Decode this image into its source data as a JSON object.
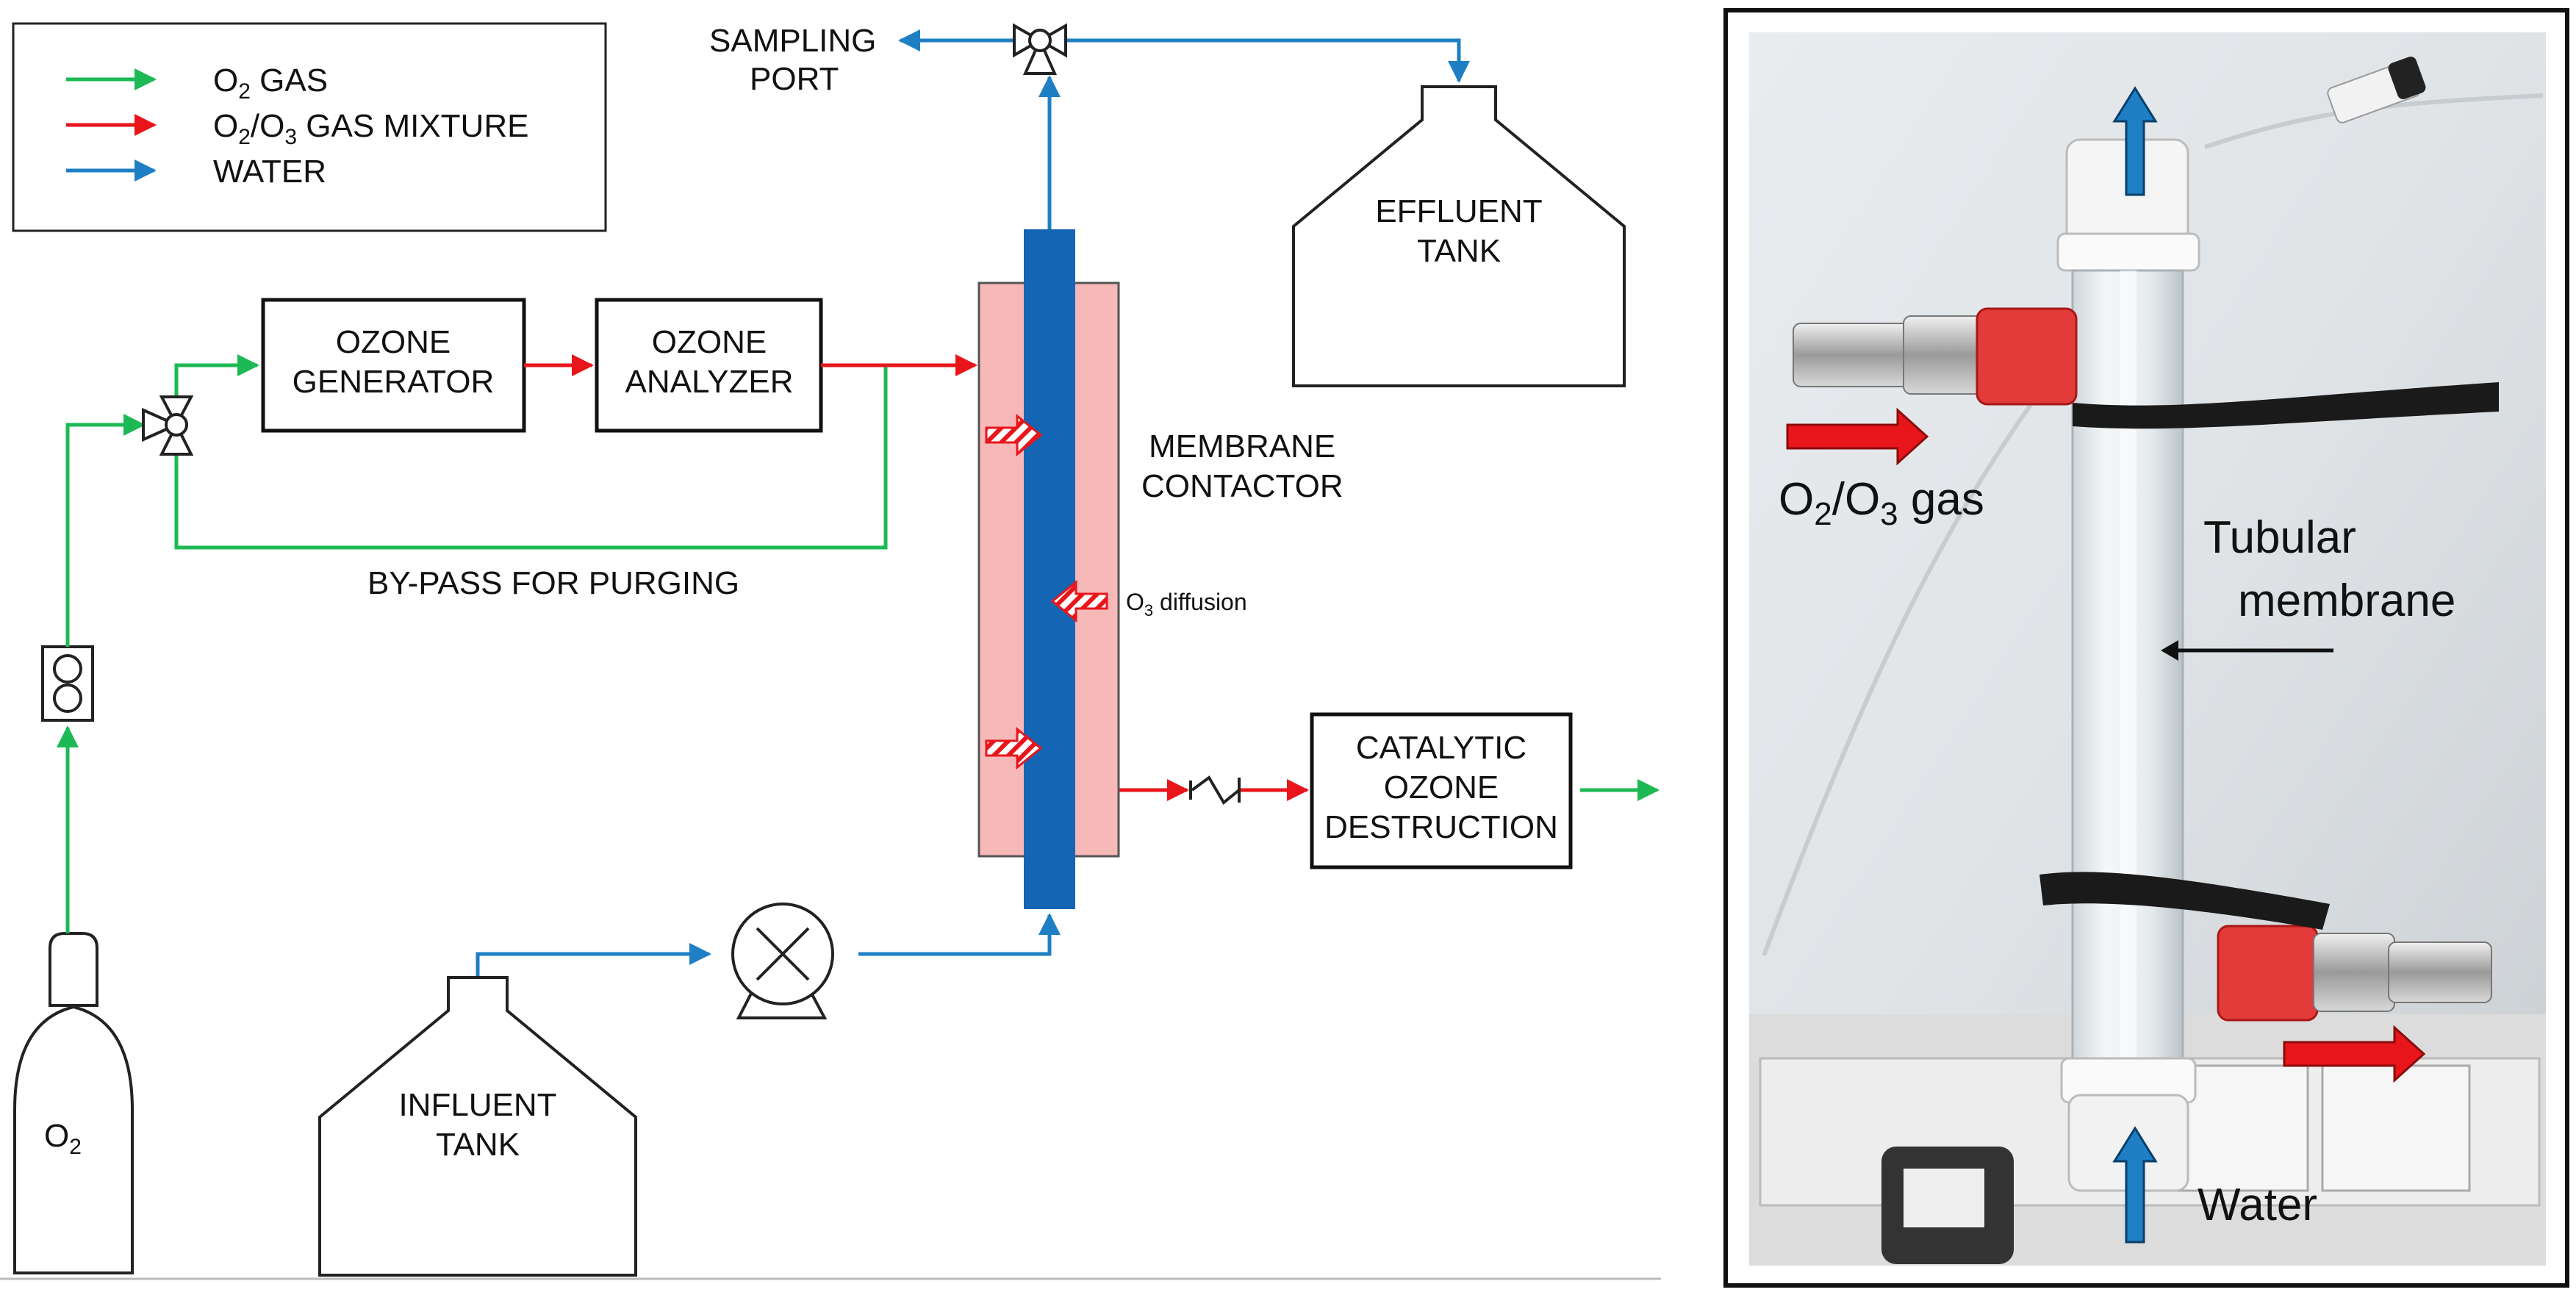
{
  "legend": {
    "o2_gas": "GAS",
    "o2o3_mixture": "GAS MIXTURE",
    "water": "WATER",
    "colors": {
      "o2_gas": "#1db954",
      "o2o3_mixture": "#e8161b",
      "water": "#1f7fc4"
    }
  },
  "units": {
    "ozone_generator": [
      "OZONE",
      "GENERATOR"
    ],
    "ozone_analyzer": [
      "OZONE",
      "ANALYZER"
    ],
    "catalytic_destruction": [
      "CATALYTIC",
      "OZONE",
      "DESTRUCTION"
    ],
    "membrane_contactor": [
      "MEMBRANE",
      "CONTACTOR"
    ],
    "effluent_tank": [
      "EFFLUENT",
      "TANK"
    ],
    "influent_tank": [
      "INFLUENT",
      "TANK"
    ],
    "sampling_port": [
      "SAMPLING",
      "PORT"
    ],
    "bypass": "BY-PASS FOR PURGING",
    "o3_diffusion": "diffusion",
    "o2_cylinder": "O"
  },
  "photo": {
    "gas_label": "gas",
    "tubular_label": [
      "Tubular",
      "membrane"
    ],
    "water_label": "Water"
  },
  "colors": {
    "membrane_shell": "#f7b8b8",
    "membrane_core": "#1565b5",
    "gas_arrow": "#e8161b",
    "water_arrow": "#1f7fc4"
  }
}
